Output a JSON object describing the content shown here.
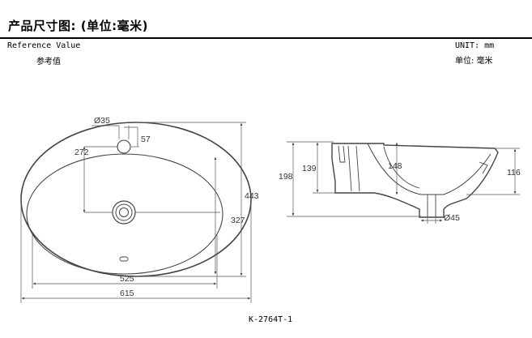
{
  "header": {
    "title": "产品尺寸图:  (单位:毫米)",
    "reference_en": "Reference Value",
    "reference_cn": "参考值",
    "unit_en": "UNIT:  mm",
    "unit_cn": "单位: 毫米"
  },
  "top_view": {
    "dim_hole_diameter": "Ø35",
    "dim_hole_offset": "57",
    "dim_hole_to_drain": "272",
    "dim_length": "443",
    "dim_drain_to_front": "327",
    "dim_inner_width": "525",
    "dim_outer_width": "615"
  },
  "side_view": {
    "dim_total_height": "198",
    "dim_height_139": "139",
    "dim_depth_148": "148",
    "dim_height_116": "116",
    "dim_drain_diameter": "Ø45"
  },
  "footer": {
    "model": "K-2764T-1"
  }
}
